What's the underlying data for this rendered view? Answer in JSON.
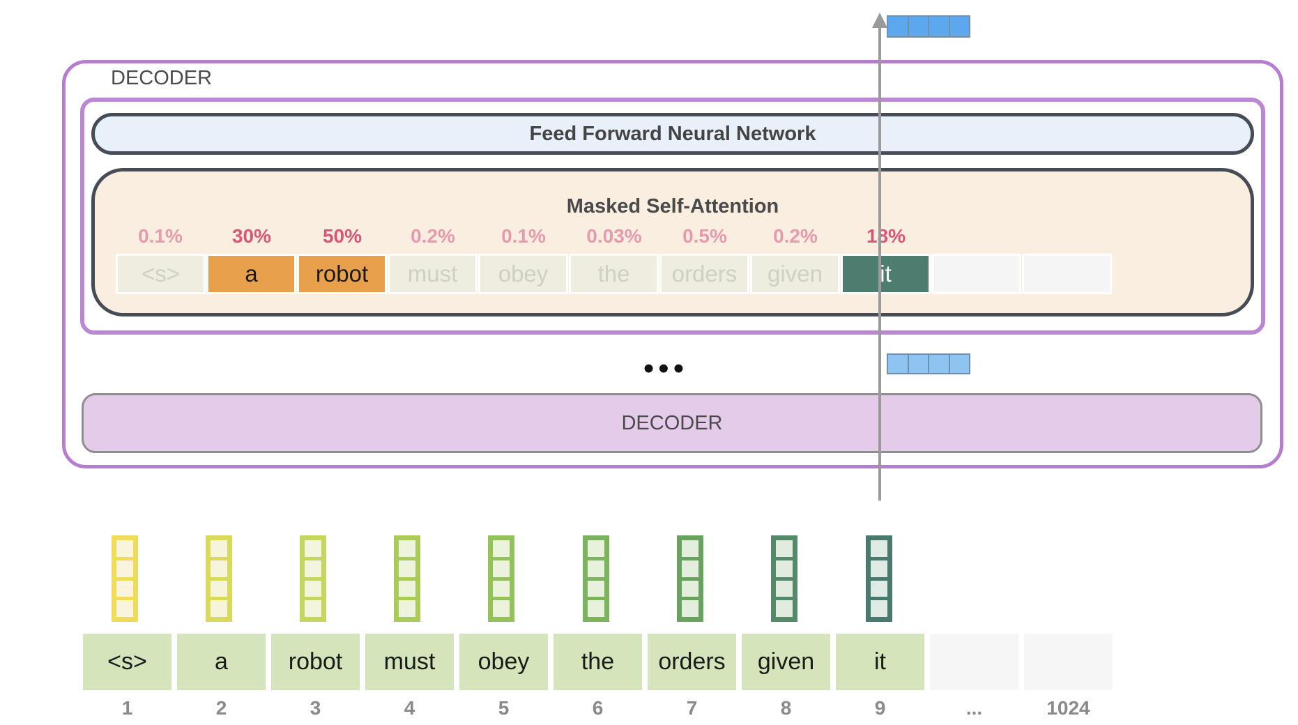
{
  "outer_label": "DECODER",
  "ffnn_label": "Feed Forward Neural Network",
  "msa_title": "Masked Self-Attention",
  "attention": {
    "cells": [
      {
        "token": "<s>",
        "percent": "0.1%",
        "bg": "#eeeddf",
        "color": "#cfcfc4",
        "pct_color": "#e69aae"
      },
      {
        "token": "a",
        "percent": "30%",
        "bg": "#e8a04c",
        "color": "#1a1a1a",
        "pct_color": "#d9567b"
      },
      {
        "token": "robot",
        "percent": "50%",
        "bg": "#e8a04c",
        "color": "#1a1a1a",
        "pct_color": "#d9567b"
      },
      {
        "token": "must",
        "percent": "0.2%",
        "bg": "#eeeddf",
        "color": "#cfcfc4",
        "pct_color": "#e69aae"
      },
      {
        "token": "obey",
        "percent": "0.1%",
        "bg": "#eeeddf",
        "color": "#cfcfc4",
        "pct_color": "#e69aae"
      },
      {
        "token": "the",
        "percent": "0.03%",
        "bg": "#eeeddf",
        "color": "#cfcfc4",
        "pct_color": "#e69aae"
      },
      {
        "token": "orders",
        "percent": "0.5%",
        "bg": "#eeeddf",
        "color": "#cfcfc4",
        "pct_color": "#e69aae"
      },
      {
        "token": "given",
        "percent": "0.2%",
        "bg": "#eeeddf",
        "color": "#cfcfc4",
        "pct_color": "#e69aae"
      },
      {
        "token": "it",
        "percent": "18%",
        "bg": "#4d7d6e",
        "color": "#ffffff",
        "pct_color": "#d9567b"
      },
      {
        "token": "",
        "percent": "",
        "bg": "#f5f5f5",
        "color": "#000000",
        "pct_color": "#000000"
      },
      {
        "token": "",
        "percent": "",
        "bg": "#f5f5f5",
        "color": "#000000",
        "pct_color": "#000000"
      }
    ]
  },
  "ellipsis": "•••",
  "lower_decoder_label": "DECODER",
  "output_vector_color": "#5ba8ee",
  "intermediate_vector_color": "#8ec3f2",
  "embeddings": [
    {
      "color": "#f1dc5a",
      "fill": "#f8f5dc"
    },
    {
      "color": "#dada5a",
      "fill": "#f6f5dc"
    },
    {
      "color": "#c5d55e",
      "fill": "#f3f5dc"
    },
    {
      "color": "#aacb58",
      "fill": "#eef4dc"
    },
    {
      "color": "#93c15a",
      "fill": "#ebf3dc"
    },
    {
      "color": "#7db35c",
      "fill": "#e8f1dc"
    },
    {
      "color": "#69a25e",
      "fill": "#e4eedc"
    },
    {
      "color": "#548a68",
      "fill": "#e1ebe0"
    },
    {
      "color": "#477a6c",
      "fill": "#e1ebe5"
    }
  ],
  "tokens": [
    {
      "label": "<s>",
      "pos": "1",
      "bg": "#d4e5bb"
    },
    {
      "label": "a",
      "pos": "2",
      "bg": "#d4e5bb"
    },
    {
      "label": "robot",
      "pos": "3",
      "bg": "#d4e5bb"
    },
    {
      "label": "must",
      "pos": "4",
      "bg": "#d4e5bb"
    },
    {
      "label": "obey",
      "pos": "5",
      "bg": "#d4e5bb"
    },
    {
      "label": "the",
      "pos": "6",
      "bg": "#d4e5bb"
    },
    {
      "label": "orders",
      "pos": "7",
      "bg": "#d4e5bb"
    },
    {
      "label": "given",
      "pos": "8",
      "bg": "#d4e5bb"
    },
    {
      "label": "it",
      "pos": "9",
      "bg": "#d4e5bb"
    },
    {
      "label": "",
      "pos": "...",
      "bg": "#f6f6f6"
    },
    {
      "label": "",
      "pos": "1024",
      "bg": "#f6f6f6"
    }
  ]
}
